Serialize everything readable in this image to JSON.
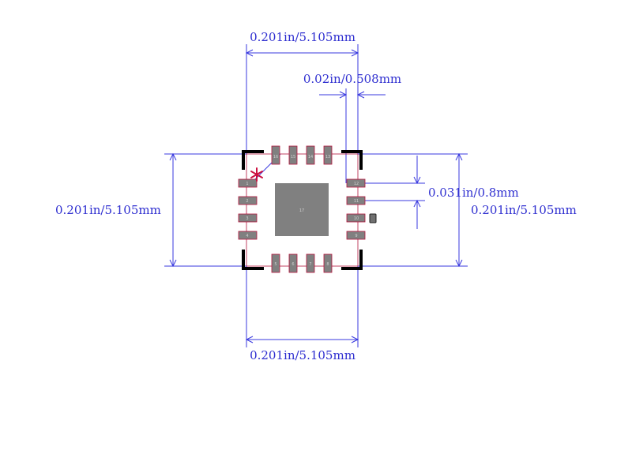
{
  "colors": {
    "background": "#ffffff",
    "dimension": "#3a3adf",
    "dimension_text": "#2f2fd0",
    "pad_fill": "#808080",
    "pad_outline": "#b3143c",
    "body_outline": "#000000",
    "pin1_marker": "#cc1040",
    "thermal_pad": "#808080"
  },
  "dimensions": {
    "top_width": "0.201in/5.105mm",
    "pad_width": "0.02in/0.508mm",
    "pitch": "0.031in/0.8mm",
    "left_height": "0.201in/5.105mm",
    "right_height": "0.201in/5.105mm",
    "bottom_width": "0.201in/5.105mm"
  },
  "pads": {
    "top": [
      "16",
      "15",
      "14",
      "13"
    ],
    "left": [
      "1",
      "2",
      "3",
      "4"
    ],
    "right": [
      "12",
      "11",
      "10",
      "9"
    ],
    "bottom": [
      "5",
      "6",
      "7",
      "8"
    ],
    "thermal": "17"
  },
  "icons": {
    "pin1": "asterisk-icon",
    "polarity": "polarity-mark-icon"
  }
}
